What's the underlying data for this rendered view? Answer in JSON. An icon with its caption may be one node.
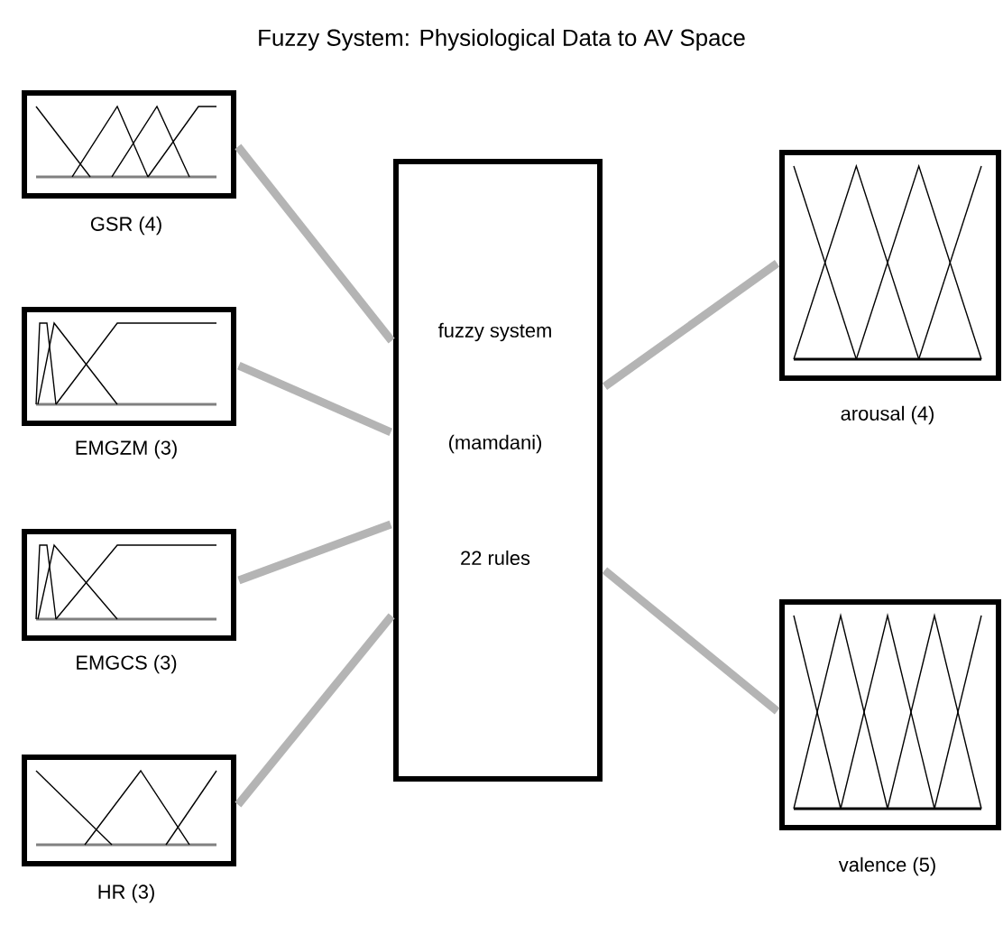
{
  "diagram": {
    "title": "Fuzzy System: Physiological Data to AV Space",
    "nodes": [
      {
        "text": [
          "GSR (4)"
        ]
      },
      {
        "text": [
          "EMGZM (3)"
        ]
      },
      {
        "text": [
          "EMGCS (3)"
        ]
      },
      {
        "text": [
          "HR (3)"
        ]
      },
      {
        "text": [
          "fuzzy system",
          "(mamdani)",
          "22 rules"
        ]
      },
      {
        "text": [
          "arousal (4)"
        ]
      },
      {
        "text": [
          "valence (5)"
        ]
      }
    ],
    "edges": [
      {
        "from": 0,
        "to": 4,
        "arrow": "none"
      },
      {
        "from": 1,
        "to": 4,
        "arrow": "none"
      },
      {
        "from": 2,
        "to": 4,
        "arrow": "none"
      },
      {
        "from": 3,
        "to": 4,
        "arrow": "none"
      },
      {
        "from": 4,
        "to": 5,
        "arrow": "none"
      },
      {
        "from": 4,
        "to": 6,
        "arrow": "none"
      }
    ]
  }
}
